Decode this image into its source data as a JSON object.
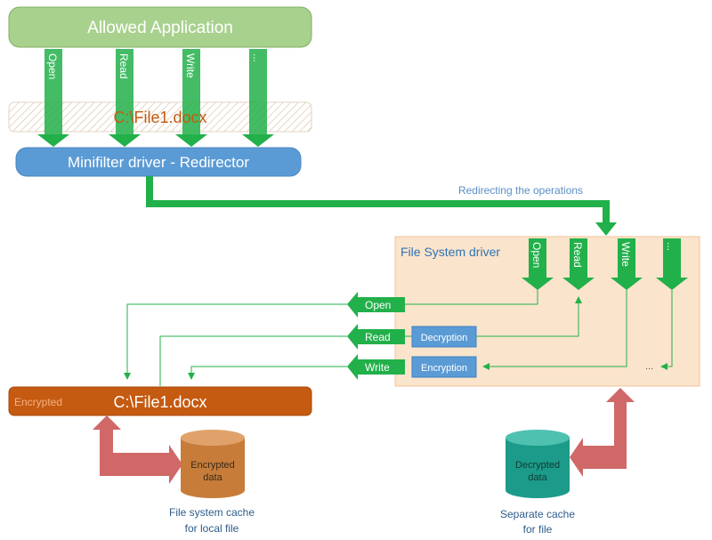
{
  "app": {
    "label": "Allowed Application",
    "ops": [
      "Open",
      "Read",
      "Write",
      "..."
    ]
  },
  "source_file": {
    "label": "C:\\File1.docx"
  },
  "minifilter": {
    "label": "Minifilter driver - Redirector"
  },
  "redirect": {
    "label": "Redirecting the operations"
  },
  "fs_driver": {
    "label": "File System driver",
    "ops": [
      "Open",
      "Read",
      "Write",
      "..."
    ],
    "decryption_label": "Decryption",
    "encryption_label": "Encryption",
    "ellipsis": "..."
  },
  "left_ops": [
    "Open",
    "Read",
    "Write"
  ],
  "encrypted_file": {
    "tag": "Encrypted",
    "label": "C:\\File1.docx"
  },
  "encrypted_cache": {
    "cylinder_lines": [
      "Encrypted",
      "data"
    ],
    "caption_lines": [
      "File system cache",
      "for local file"
    ]
  },
  "decrypted_cache": {
    "cylinder_lines": [
      "Decrypted",
      "data"
    ],
    "caption_lines": [
      "Separate cache",
      "for file"
    ]
  },
  "colors": {
    "green": "#22b04a",
    "app_fill": "#a9d18e",
    "minifilter_fill": "#5b9bd5",
    "fs_fill": "#fbe4cc",
    "encrypted_fill": "#c55a11",
    "file_text": "#c55a11",
    "red_arrow": "#d06868",
    "cyl_brown": "#c77c3a",
    "cyl_teal": "#1d9b8a"
  }
}
